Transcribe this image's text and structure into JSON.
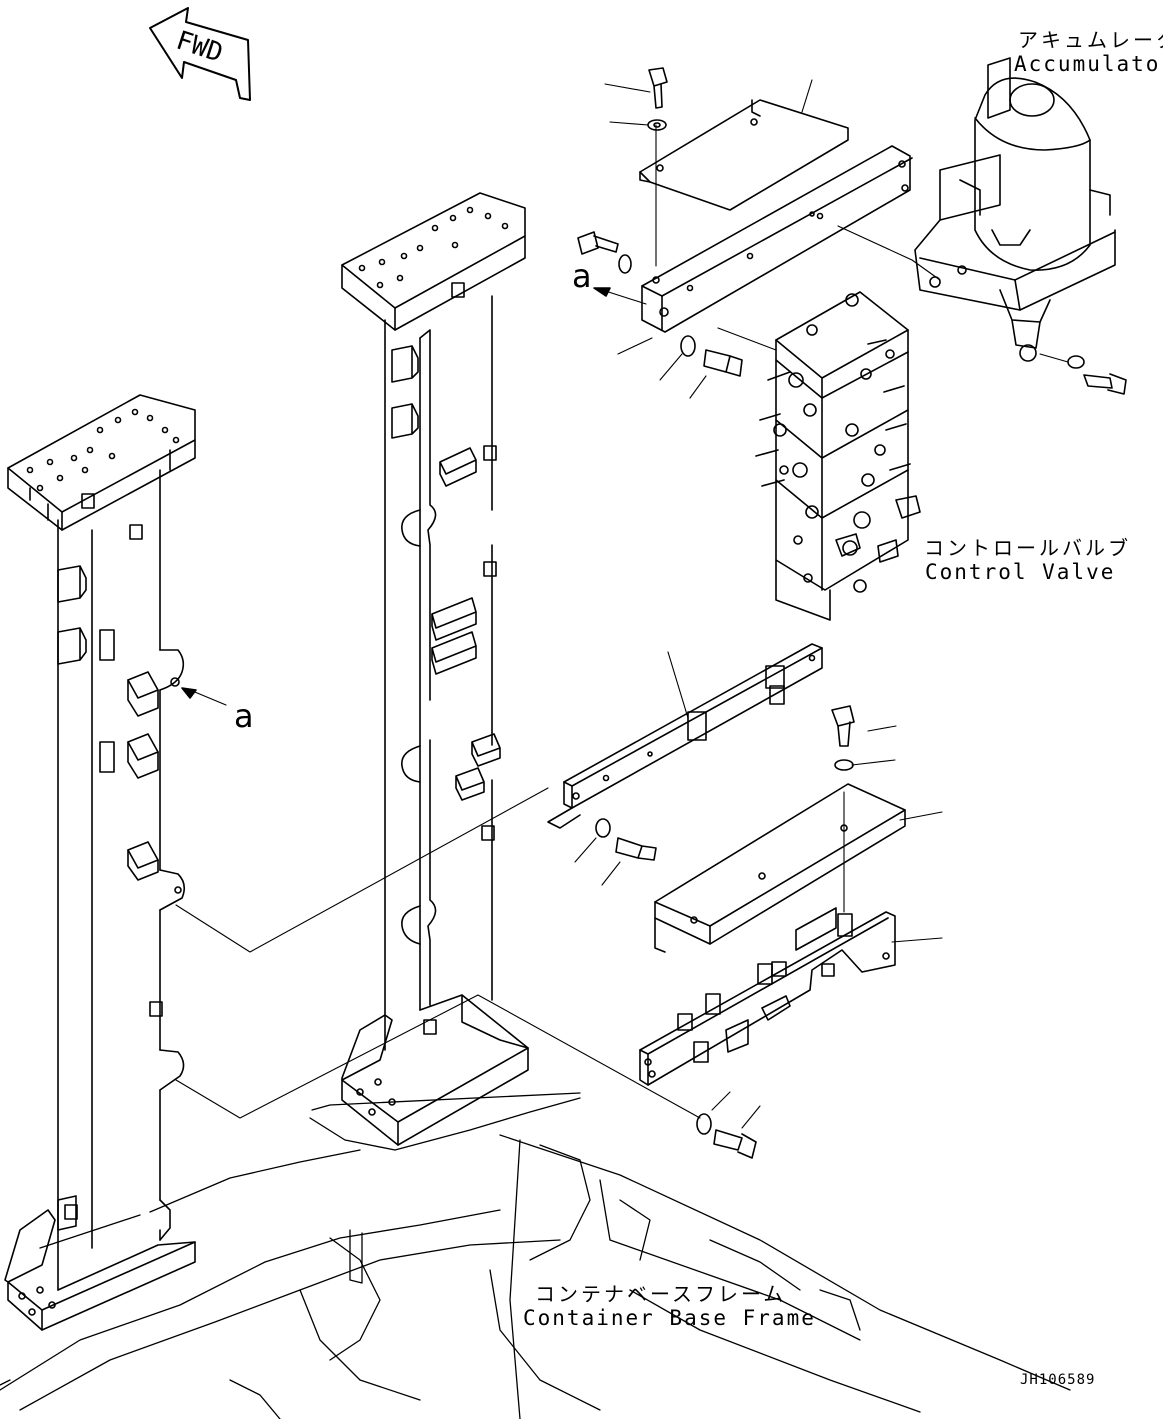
{
  "fwd_arrow": {
    "text": "FWD",
    "icon": "forward-direction-arrow"
  },
  "callouts": {
    "accumulator": {
      "ja": "アキュムレータ",
      "en": "Accumulator"
    },
    "control_valve": {
      "ja": "コントロールバルブ",
      "en": "Control Valve"
    },
    "container_base_frame": {
      "ja": "コンテナベースフレーム",
      "en": "Container Base Frame"
    }
  },
  "reference_marks": {
    "upper": "a",
    "lower": "a"
  },
  "drawing_number": "JH106589"
}
